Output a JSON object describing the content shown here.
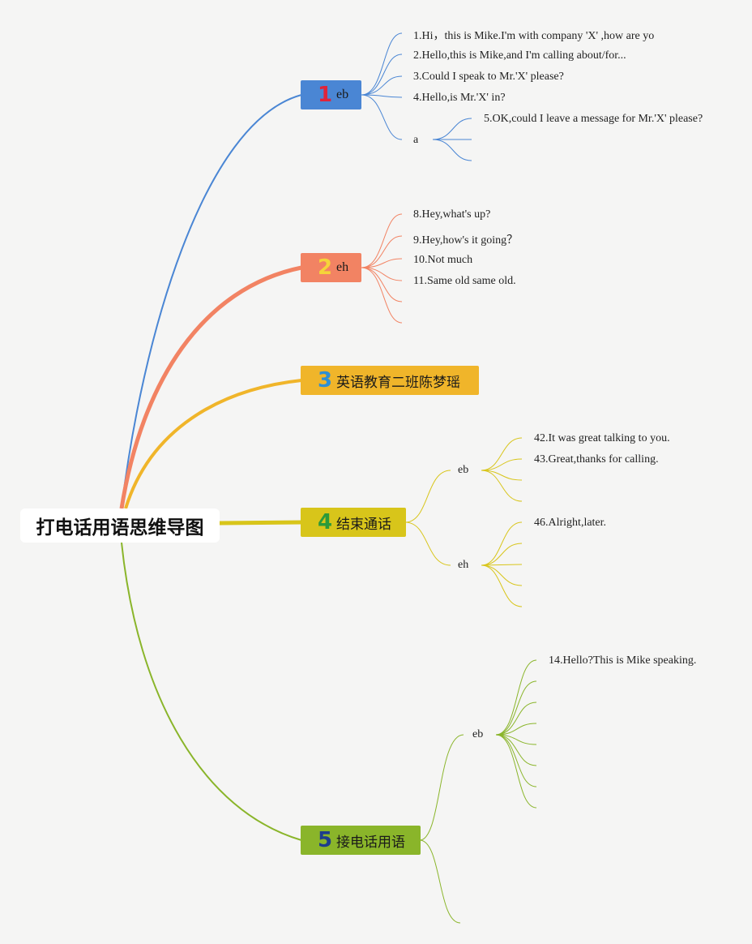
{
  "root": {
    "title": "打电话用语思维导图"
  },
  "branches": [
    {
      "num": "1",
      "label": "eb",
      "color": "#4a86d4",
      "num_color": "#e0243a",
      "leaves": [
        "1.Hi，this is Mike.I'm with company 'X' ,how are yo",
        "2.Hello,this is Mike,and I'm calling about/for...",
        "3.Could I speak to Mr.'X' please?",
        "4.Hello,is Mr.'X' in?"
      ],
      "sub": {
        "label": "a",
        "leaves": [
          "5.OK,could I leave a message for Mr.'X' please?"
        ]
      }
    },
    {
      "num": "2",
      "label": "eh",
      "color": "#f28363",
      "num_color": "#f5d43a",
      "leaves": [
        "8.Hey,what's up?",
        "9.Hey,how's it going？",
        "10.Not much",
        "11.Same old same old."
      ]
    },
    {
      "num": "3",
      "label": "英语教育二班陈梦瑶",
      "color": "#f0b52a",
      "num_color": "#2e8fd4"
    },
    {
      "num": "4",
      "label": "结束通话",
      "color": "#d8c51a",
      "num_color": "#2c9a3a",
      "subs": [
        {
          "label": "eb",
          "leaves": [
            "42.It was great talking to you.",
            "43.Great,thanks for calling."
          ]
        },
        {
          "label": "eh",
          "leaves": [
            "46.Alright,later."
          ]
        }
      ]
    },
    {
      "num": "5",
      "label": "接电话用语",
      "color": "#8ab52a",
      "num_color": "#1d3d8c",
      "subs": [
        {
          "label": "eb",
          "leaves": [
            "14.Hello?This is Mike speaking."
          ]
        }
      ]
    }
  ]
}
